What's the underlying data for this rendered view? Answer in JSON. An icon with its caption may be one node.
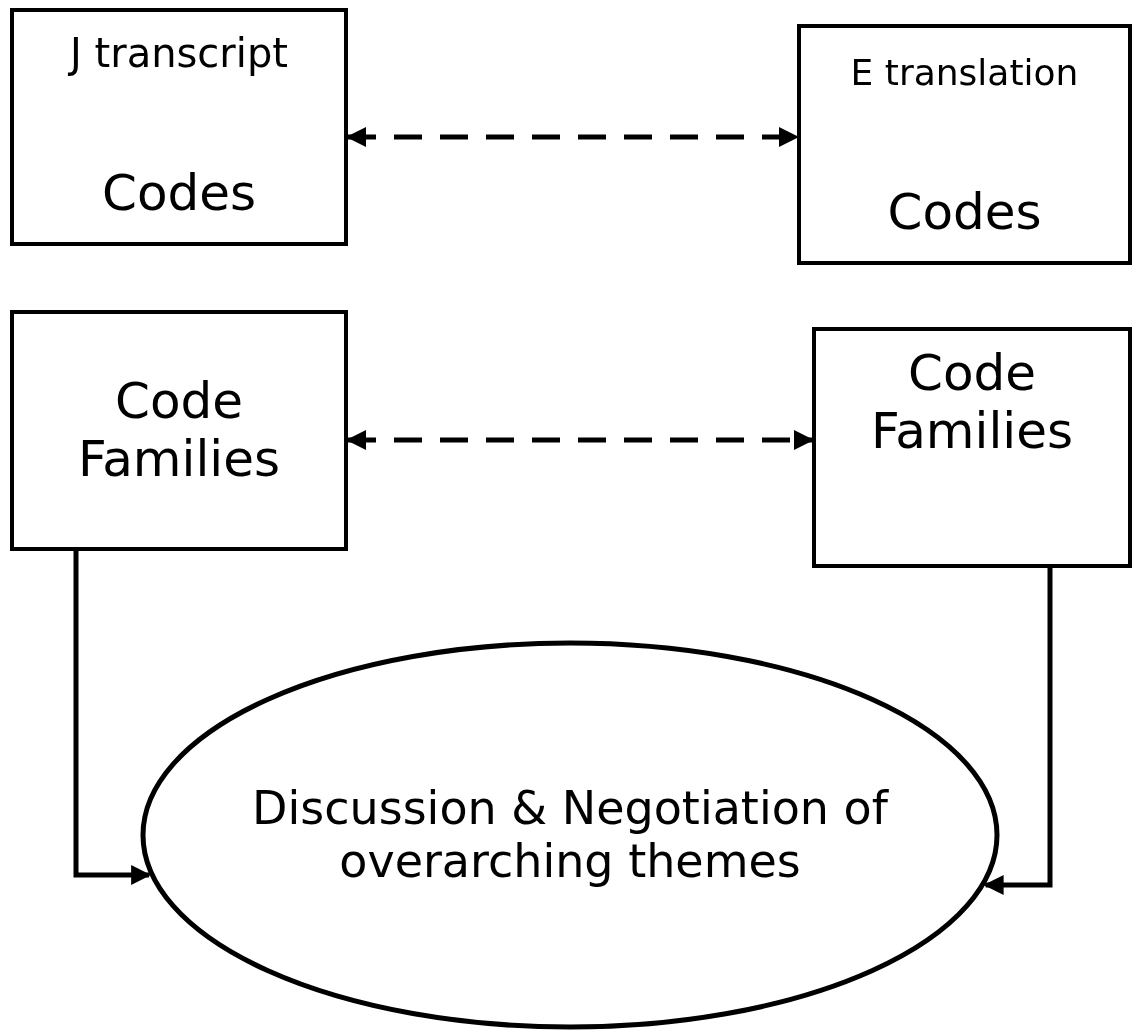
{
  "diagram": {
    "nodes": [
      {
        "text": [
          "J transcript",
          "Codes"
        ]
      },
      {
        "text": [
          "E translation",
          "Codes"
        ]
      },
      {
        "text": [
          "Code Families"
        ]
      },
      {
        "text": [
          "Code Families"
        ]
      },
      {
        "text": [
          "Discussion & Negotiation of overarching themes"
        ]
      }
    ],
    "edges": [
      {
        "from": 0,
        "to": 1,
        "arrow": "both",
        "style": "dashed"
      },
      {
        "from": 2,
        "to": 3,
        "arrow": "both",
        "style": "dashed"
      },
      {
        "from": 2,
        "to": 4,
        "arrow": "to"
      },
      {
        "from": 3,
        "to": 4,
        "arrow": "to"
      }
    ]
  }
}
